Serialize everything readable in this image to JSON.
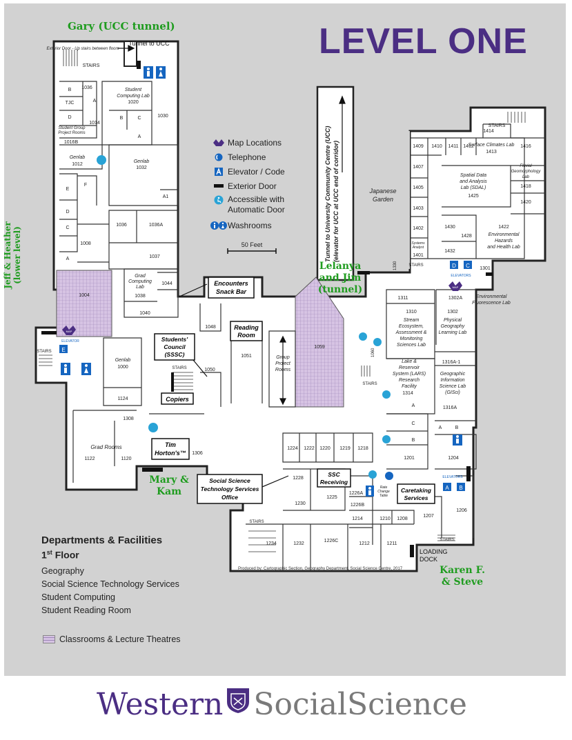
{
  "title": "LEVEL ONE",
  "annotations": {
    "gary": "Gary (UCC tunnel)",
    "jeff_heather": "Jeff & Heather (lower level)",
    "lelanya_jim": [
      "Lelanya",
      "and Jim",
      "(tunnel)"
    ],
    "mary_kam": [
      "Mary &",
      "Kam"
    ],
    "karen_steve": [
      "Karen F.",
      "& Steve"
    ]
  },
  "legend": {
    "map_locations": "Map Locations",
    "telephone": "Telephone",
    "elevator_code": "Elevator / Code",
    "exterior_door": "Exterior Door",
    "accessible": [
      "Accessible with",
      "Automatic Door"
    ],
    "washrooms": "Washrooms",
    "scale": "50 Feet"
  },
  "departments": {
    "heading": "Departments & Facilities",
    "floor_num": "1",
    "floor_sup": "st",
    "floor_word": "Floor",
    "items": [
      "Geography",
      "Social Science Technology Services",
      "Student Computing",
      "Student Reading Room"
    ],
    "classrooms": "Classrooms & Lecture Theatres"
  },
  "credit": "Produced by: Cartographic Section, Geography Department, Social Science Centre, 2017",
  "brand": {
    "western": "Western",
    "social": "SocialScience"
  },
  "map": {
    "labels": {
      "tunnel_to_ucc": "Tunnel to UCC",
      "exterior_door_note": "Exterior Door - Up stairs between floors",
      "tunnel_long1": "Tunnel to University Community Centre (UCC)",
      "tunnel_long2": "(elevator for UCC at UCC end of corridor)",
      "japanese_garden1": "Japanese",
      "japanese_garden2": "Garden",
      "encounters1": "Encounters",
      "encounters2": "Snack Bar",
      "reading1": "Reading",
      "reading2": "Room",
      "council1": "Students'",
      "council2": "Council",
      "council3": "(SSSC)",
      "copiers": "Copiers",
      "group_project1": "Group",
      "group_project2": "Project",
      "group_project3": "Rooms",
      "tim_hortons1": "Tim",
      "tim_hortons2": "Horton's™",
      "sstso1": "Social Science",
      "sstso2": "Technology Services",
      "sstso3": "Office",
      "ssc_receiving1": "SSC",
      "ssc_receiving2": "Receiving",
      "caretaking1": "Caretaking",
      "caretaking2": "Services",
      "loading_dock1": "LOADING",
      "loading_dock2": "DOCK",
      "elevators": "ELEVATORS",
      "elevator": "ELEVATOR",
      "stairs": "STAIRS",
      "grad_rooms": "Grad Rooms",
      "genlab": "Genlab",
      "student_computing1": "Student",
      "student_computing2": "Computing Lab",
      "grad_computing1": "Grad",
      "grad_computing2": "Computing",
      "grad_computing3": "Lab",
      "surface_climates": "Surface Climates Lab",
      "spatial1": "Spatial Data",
      "spatial2": "and Analysis",
      "spatial3": "Lab (SDAL)",
      "fluvial1": "Fluvial",
      "fluvial2": "Geomorphology",
      "fluvial3": "Lab",
      "envhaz1": "Environmental",
      "envhaz2": "Hazards",
      "envhaz3": "and Health Lab",
      "envfluor1": "Environmental",
      "envfluor2": "Fluorescence Lab",
      "stream1": "Stream",
      "stream2": "Ecosystem,",
      "stream3": "Assessment &",
      "stream4": "Monitoring",
      "stream5": "Sciences Lab",
      "phys1": "Physical",
      "phys2": "Geography",
      "phys3": "Learning Lab",
      "lars1": "Lake &",
      "lars2": "Reservoir",
      "lars3": "System (LARS)",
      "lars4": "Research",
      "lars5": "Facility",
      "gis1": "Geographic",
      "gis2": "Information",
      "gis3": "Science Lab",
      "gis4": "(GISci)",
      "systems_analyst1": "Systems",
      "systems_analyst2": "Analyst",
      "student_group1": "Student Group",
      "student_group2": "Project Rooms",
      "rate_change1": "Rate",
      "rate_change2": "Change",
      "rate_change3": "Table"
    },
    "rooms": {
      "r1036": "1036",
      "r1020": "1020",
      "r1030": "1030",
      "r1014": "1014",
      "r1016b": "1016B",
      "r1012": "1012",
      "r1032": "1032",
      "r1008": "1008",
      "r1036b": "1036",
      "r1036a": "1036A",
      "r1037": "1037",
      "r1004": "1004",
      "r1038": "1038",
      "r1044": "1044",
      "r1040": "1040",
      "r1048": "1048",
      "r1050": "1050",
      "r1051": "1051",
      "r1059": "1059",
      "r1060": "1060",
      "r1000": "1000",
      "r1124": "1124",
      "r1308": "1308",
      "r1122": "1122",
      "r1120": "1120",
      "r1306": "1306",
      "r1228": "1228",
      "r1230": "1230",
      "r1225": "1225",
      "r1224": "1224",
      "r1222": "1222",
      "r1220": "1220",
      "r1219": "1219",
      "r1218": "1218",
      "r1226a": "1226A",
      "r1226b": "1226B",
      "r1214": "1214",
      "r1210": "1210",
      "r1208": "1208",
      "r1207": "1207",
      "r1206": "1206",
      "r1204": "1204",
      "r1201": "1201",
      "r1234": "1234",
      "r1232": "1232",
      "r1226c": "1226C",
      "r1212": "1212",
      "r1211": "1211",
      "r1311": "1311",
      "r1310": "1310",
      "r1302": "1302",
      "r1314": "1314",
      "r1316a1": "1316A-1",
      "r1316a": "1316A",
      "r1301": "1301",
      "r1302a": "1302A",
      "r1330": "1330",
      "r1401": "1401",
      "r1402": "1402",
      "r1403": "1403",
      "r1405": "1405",
      "r1407": "1407",
      "r1409": "1409",
      "r1410": "1410",
      "r1411": "1411",
      "r1412": "1412",
      "r1413": "1413",
      "r1414": "1414",
      "r1416": "1416",
      "r1418": "1418",
      "r1420": "1420",
      "r1422": "1422",
      "r1425": "1425",
      "r1428": "1428",
      "r1430": "1430",
      "r1432": "1432",
      "a": "A",
      "b": "B",
      "c": "C",
      "d": "D",
      "e": "E",
      "f": "F",
      "tjc": "TJC",
      "a1": "A1",
      "map_tag": "MAP"
    }
  }
}
